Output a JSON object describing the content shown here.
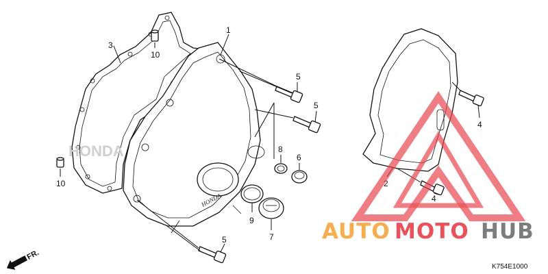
{
  "callouts": {
    "c1": "1",
    "c2": "2",
    "c3": "3",
    "c4a": "4",
    "c4b": "4",
    "c5a": "5",
    "c5b": "5",
    "c5c": "5",
    "c6": "6",
    "c7": "7",
    "c8": "8",
    "c9": "9",
    "c10a": "10",
    "c10b": "10"
  },
  "cover_marking": "HONDA",
  "gasket_watermark": "HONDA",
  "direction_label": "FR.",
  "diagram_code": "K754E1000",
  "watermark": {
    "part1": "AUTO",
    "part2": "MOTO",
    "part3": "HUB",
    "color_orange": "#f4a53a",
    "color_red": "#e8404a",
    "color_gray": "#6d6e70"
  }
}
